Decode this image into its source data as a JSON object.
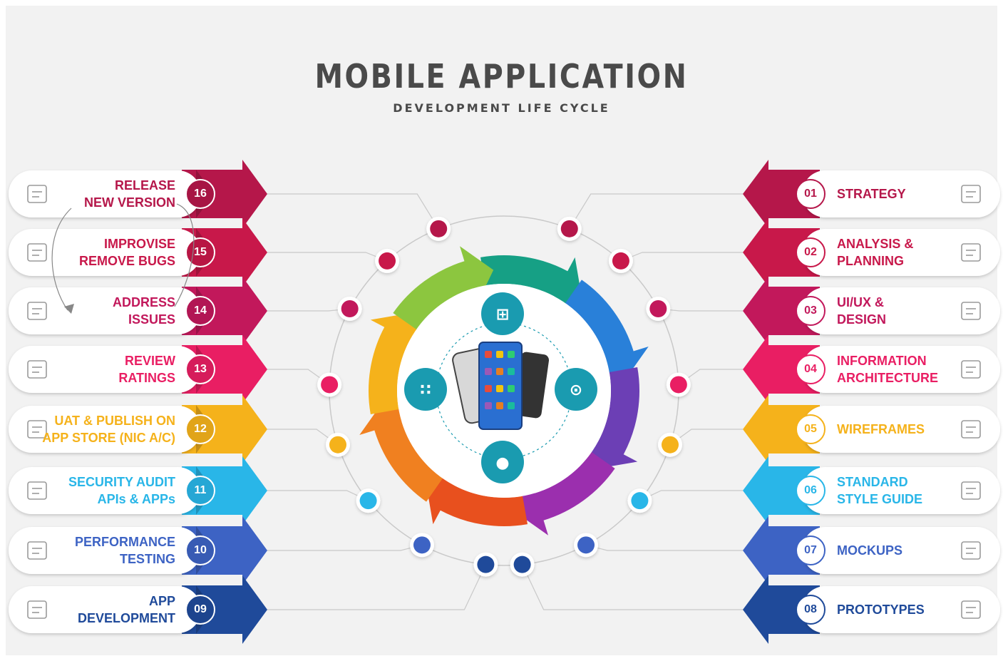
{
  "title": "MOBILE APPLICATION",
  "subtitle": "DEVELOPMENT LIFE CYCLE",
  "left_steps": [
    {
      "num": "16",
      "label": "RELEASE\nNEW VERSION",
      "color": "#b5174a",
      "icon": "release-icon"
    },
    {
      "num": "15",
      "label": "IMPROVISE\nREMOVE BUGS",
      "color": "#c8184a",
      "icon": "bug-search-icon"
    },
    {
      "num": "14",
      "label": "ADDRESS\nISSUES",
      "color": "#c2185b",
      "icon": "issue-check-icon"
    },
    {
      "num": "13",
      "label": "REVIEW\nRATINGS",
      "color": "#e91e63",
      "icon": "thumbs-up-icon"
    },
    {
      "num": "12",
      "label": "UAT & PUBLISH ON\nAPP STORE (NIC A/C)",
      "color": "#f5b21b",
      "icon": "cloud-upload-icon"
    },
    {
      "num": "11",
      "label": "SECURITY AUDIT\nAPIs & APPs",
      "color": "#29b6e8",
      "icon": "audit-clipboard-icon"
    },
    {
      "num": "10",
      "label": "PERFORMANCE\nTESTING",
      "color": "#3d63c4",
      "icon": "speedometer-icon"
    },
    {
      "num": "09",
      "label": "APP\nDEVELOPMENT",
      "color": "#1f4a9a",
      "icon": "code-window-icon"
    }
  ],
  "right_steps": [
    {
      "num": "01",
      "label": "STRATEGY",
      "color": "#b5174a",
      "icon": "clock-icon"
    },
    {
      "num": "02",
      "label": "ANALYSIS &\nPLANNING",
      "color": "#c8184a",
      "icon": "bar-chart-icon"
    },
    {
      "num": "03",
      "label": "UI/UX &\nDESIGN",
      "color": "#c2185b",
      "icon": "design-tablet-icon"
    },
    {
      "num": "04",
      "label": "INFORMATION\nARCHITECTURE",
      "color": "#e91e63",
      "icon": "code-window-icon"
    },
    {
      "num": "05",
      "label": "WIREFRAMES",
      "color": "#f5b21b",
      "icon": "wireframe-icon"
    },
    {
      "num": "06",
      "label": "STANDARD\nSTYLE GUIDE",
      "color": "#29b6e8",
      "icon": "style-guide-icon"
    },
    {
      "num": "07",
      "label": "MOCKUPS",
      "color": "#3d63c4",
      "icon": "mockup-icon"
    },
    {
      "num": "08",
      "label": "PROTOTYPES",
      "color": "#1f4a9a",
      "icon": "monitor-icon"
    }
  ],
  "center_icons": [
    "windows-icon",
    "android-icon",
    "apple-icon",
    "blackberry-icon",
    "smartphone-icon"
  ],
  "colors": {
    "ring": [
      "#16a085",
      "#2980d9",
      "#6c3fb5",
      "#9b2fae",
      "#e8501e",
      "#f08020",
      "#f5b21b",
      "#8cc63f"
    ],
    "icon_circle": "#1a9bb0",
    "text_dark": "#4a4a4a"
  }
}
